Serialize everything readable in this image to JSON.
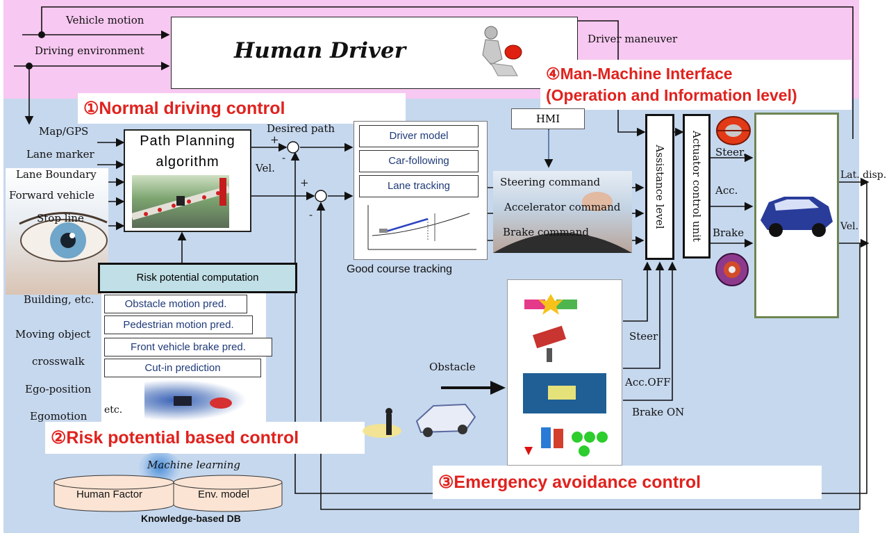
{
  "human_driver": {
    "title": "Human Driver",
    "vehicle_motion": "Vehicle motion",
    "driving_environment": "Driving environment",
    "driver_maneuver": "Driver maneuver"
  },
  "sections": {
    "normal": "①Normal driving control",
    "risk": "②Risk potential based control",
    "emergency": "③Emergency avoidance control",
    "mmi_line1": "④Man-Machine Interface",
    "mmi_line2": "(Operation and Information level)"
  },
  "inputs": [
    "Map/GPS",
    "Lane marker",
    "Lane Boundary",
    "Forward vehicle",
    "Stop line"
  ],
  "risk_inputs": [
    "Building, etc.",
    "Moving object",
    "crosswalk",
    "Ego-position",
    "Egomotion"
  ],
  "path_planning": {
    "line1": "Path Planning",
    "line2": "algorithm"
  },
  "signals": {
    "desired_path": "Desired path",
    "vel": "Vel.",
    "plus": "+",
    "minus": "-"
  },
  "driver_models": [
    "Driver model",
    "Car-following",
    "Lane tracking"
  ],
  "course_tracking": "Good course tracking",
  "hmi": "HMI",
  "commands": [
    "Steering command",
    "Accelerator command",
    "Brake command"
  ],
  "assistance_level": "Assistance level",
  "actuator_unit": "Actuator control unit",
  "actuator_outputs": [
    "Steer.",
    "Acc.",
    "Brake"
  ],
  "vehicle_outputs": [
    "Lat. disp.",
    "Vel."
  ],
  "risk_computation": "Risk potential computation",
  "predictions": [
    "Obstacle motion pred.",
    "Pedestrian motion pred.",
    "Front vehicle brake pred.",
    "Cut-in prediction"
  ],
  "etc": "etc.",
  "machine_learning": "Machine learning",
  "databases": [
    "Human Factor",
    "Env. model"
  ],
  "knowledge_db": "Knowledge-based DB",
  "obstacle": "Obstacle",
  "emergency_outputs": [
    "Steer",
    "Acc.OFF",
    "Brake ON"
  ]
}
